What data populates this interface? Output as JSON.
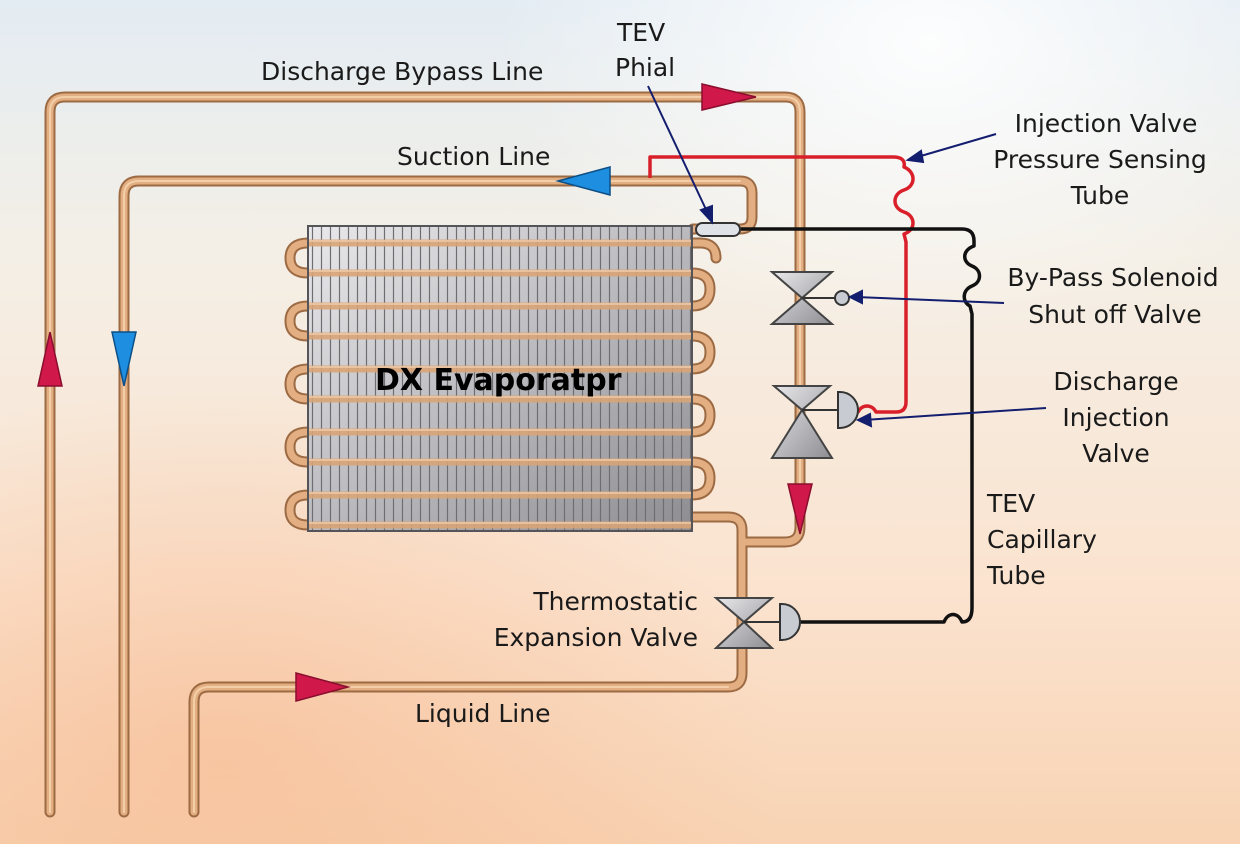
{
  "diagram": {
    "evaporator_title": "DX Evaporatpr",
    "labels": {
      "discharge_bypass_line": "Discharge Bypass Line",
      "tev_phial_1": "TEV",
      "tev_phial_2": "Phial",
      "suction_line": "Suction Line",
      "injection_tube_1": "Injection Valve",
      "injection_tube_2": "Pressure Sensing",
      "injection_tube_3": "Tube",
      "solenoid_1": "By-Pass Solenoid",
      "solenoid_2": "Shut off Valve",
      "discharge_valve_1": "Discharge",
      "discharge_valve_2": "Injection",
      "discharge_valve_3": "Valve",
      "capillary_1": "TEV",
      "capillary_2": "Capillary",
      "capillary_3": "Tube",
      "tev_1": "Thermostatic",
      "tev_2": "Expansion Valve",
      "liquid_line": "Liquid Line"
    },
    "colors": {
      "copper": "#d9a577",
      "copper_edge": "#9c6a43",
      "hot_arrow": "#d1184a",
      "cold_arrow": "#1e8fe0",
      "red_tube": "#d9202a",
      "capillary": "#111111",
      "leader": "#141e6e"
    }
  }
}
